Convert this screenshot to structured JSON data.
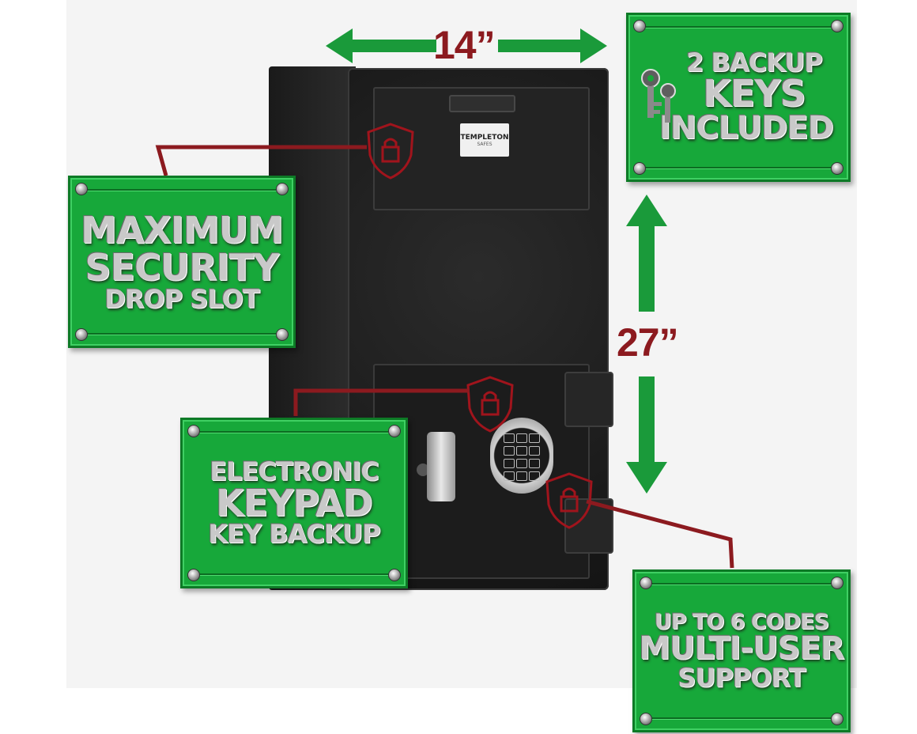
{
  "dimensions": {
    "width_label": "14”",
    "height_label": "27”"
  },
  "safe": {
    "brand_name": "TEMPLETON",
    "brand_sub": "SAFES"
  },
  "callouts": {
    "keys": {
      "line1": "2 BACKUP",
      "line2": "KEYS",
      "line3": "INCLUDED",
      "icon": "keys-icon"
    },
    "drop_slot": {
      "line1": "MAXIMUM",
      "line2": "SECURITY",
      "line3": "DROP SLOT"
    },
    "keypad": {
      "line1": "ELECTRONIC",
      "line2": "KEYPAD",
      "line3": "KEY BACKUP"
    },
    "codes": {
      "line1": "UP TO 6 CODES",
      "line2": "MULTI-USER",
      "line3": "SUPPORT"
    }
  },
  "colors": {
    "plate_green": "#17a83a",
    "arrow_green": "#1a9a3a",
    "accent_red": "#8c1a1f",
    "safe_black": "#1c1c1c"
  }
}
